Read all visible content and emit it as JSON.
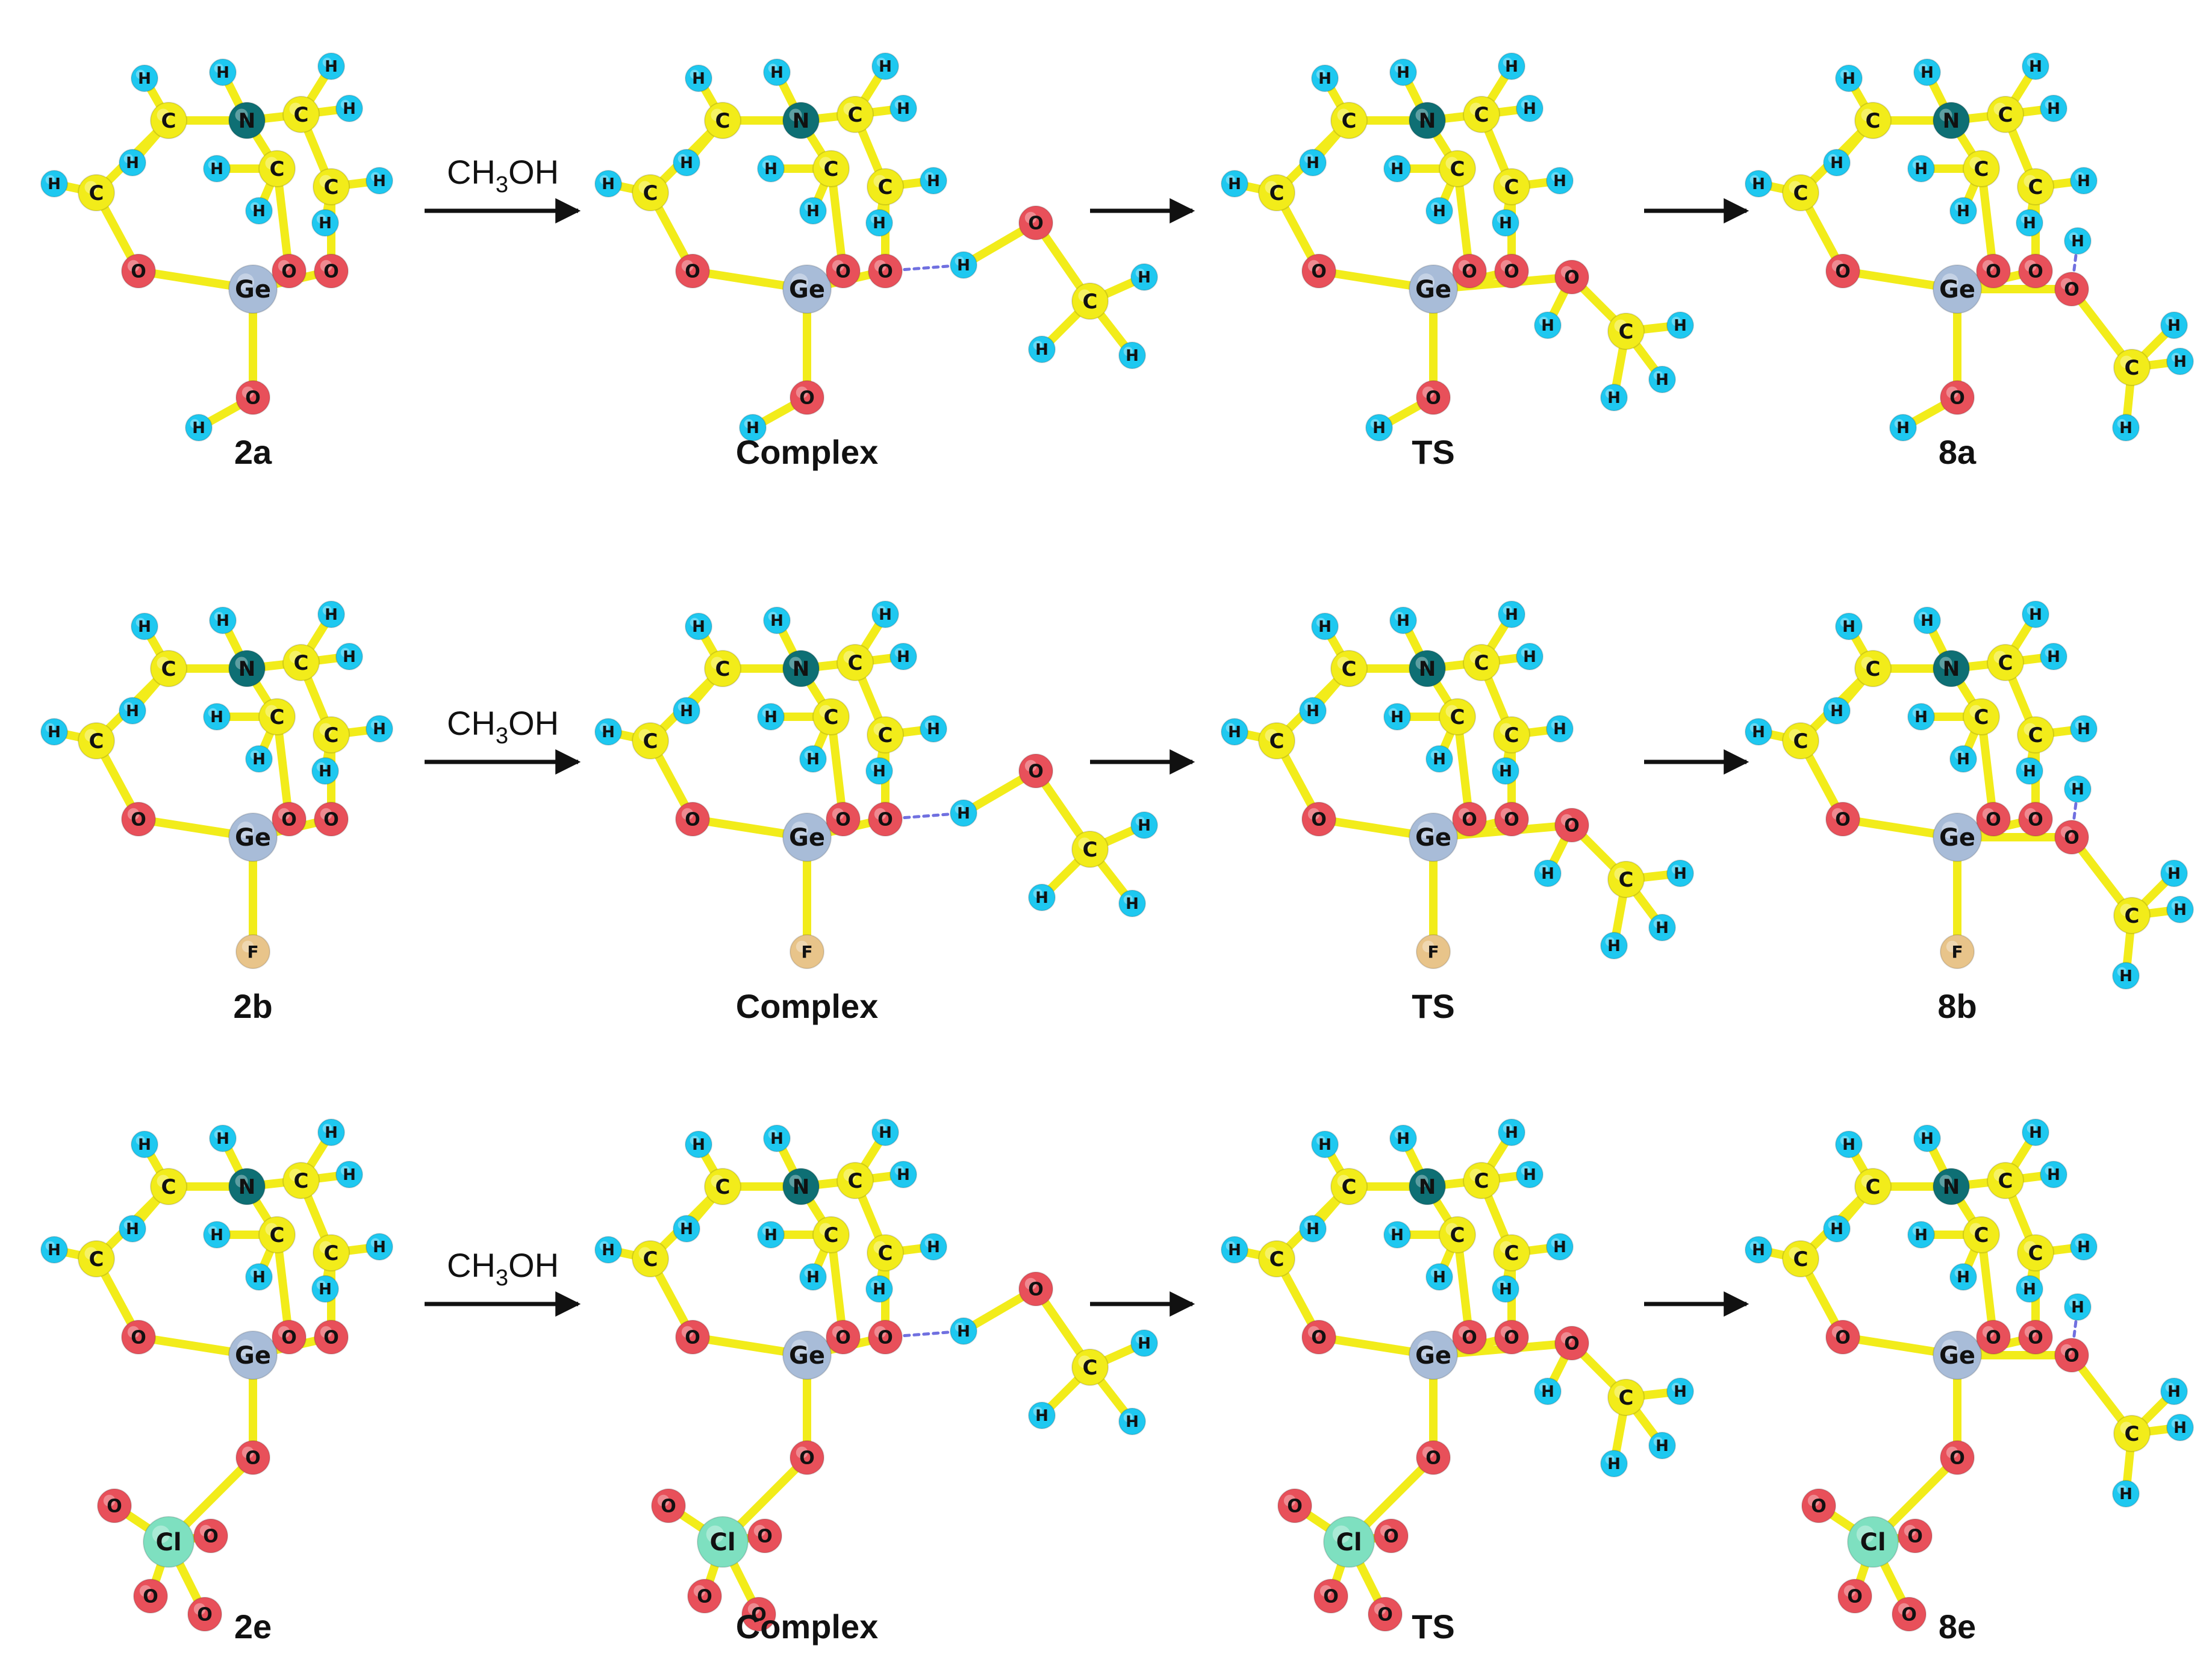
{
  "reagent": {
    "main": "CH",
    "sub": "3",
    "tail": "OH"
  },
  "rows": [
    {
      "captions": [
        "2a",
        "Complex",
        "TS",
        "8a"
      ],
      "axial": "OH"
    },
    {
      "captions": [
        "2b",
        "Complex",
        "TS",
        "8b"
      ],
      "axial": "F"
    },
    {
      "captions": [
        "2e",
        "Complex",
        "TS",
        "8e"
      ],
      "axial": "ClO4"
    }
  ],
  "atom_symbols": {
    "C": "C",
    "H": "H",
    "N": "N",
    "O": "O",
    "Ge": "Ge",
    "F": "F",
    "Cl": "Cl"
  },
  "atom_colors": {
    "C": "#f2ec1a",
    "H": "#1ec8f0",
    "N": "#0e6f74",
    "O": "#e8505a",
    "Ge": "#a8bcd8",
    "F": "#e8c48a",
    "Cl": "#7ee0c0",
    "bond": "#f2ec1a"
  }
}
